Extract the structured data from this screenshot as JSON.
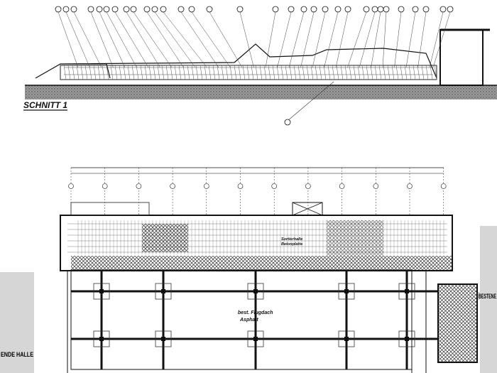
{
  "section": {
    "title": "SCHNITT 1"
  },
  "plan": {
    "roof_label_1": "best. Flugdach",
    "roof_label_2": "Asphalt",
    "hall_label_1": "Sortierhalle",
    "hall_label_2": "Betonplatte",
    "left_building_label": "ENDE HALLE",
    "right_building_label": "BESTENE"
  },
  "colors": {
    "line": "#111111",
    "hatch": "#555555",
    "neighbor_fill": "#d6d6d6"
  }
}
